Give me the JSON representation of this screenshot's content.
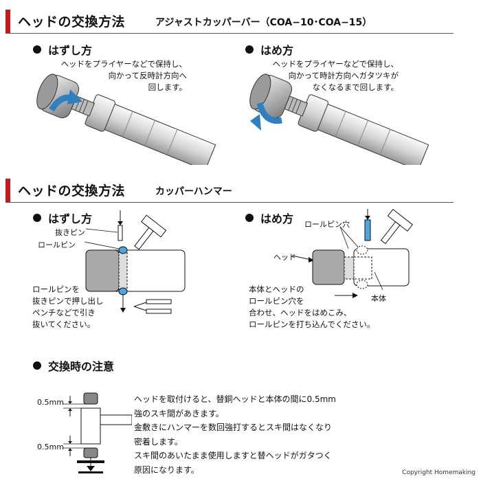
{
  "section1": {
    "title": "ヘッドの交換方法",
    "subtitle": "アジャストカッパーバー（COA−10･COA−15）"
  },
  "section1_remove": {
    "heading": "はずし方",
    "lines": [
      "ヘッドをプライヤーなどで保持し、",
      "向かって反時計方向へ",
      "回します。"
    ]
  },
  "section1_attach": {
    "heading": "はめ方",
    "lines": [
      "ヘッドをプライヤーなどで保持し、",
      "向かって時計方向へガタツキが",
      "なくなるまで回します。"
    ]
  },
  "section2": {
    "title": "ヘッドの交換方法",
    "subtitle": "カッパーハンマー"
  },
  "section2_remove": {
    "heading": "はずし方",
    "labels": {
      "pull_pin": "抜きピン",
      "roll_pin": "ロールピン"
    },
    "lines": [
      "ロールピンを",
      "抜きピンで押し出し",
      "ペンチなどで引き",
      "抜いてください。"
    ]
  },
  "section2_attach": {
    "heading": "はめ方",
    "labels": {
      "roll_pin_hole": "ロールピン穴",
      "head": "ヘッド",
      "body": "本体"
    },
    "lines": [
      "本体とヘッドの",
      "ロールピン穴を",
      "合わせ、ヘッドをはめこみ、",
      "ロールピンを打ち込んでください。"
    ]
  },
  "caution": {
    "heading": "交換時の注意",
    "gap_top": "0.5mm",
    "gap_bottom": "0.5mm",
    "lines": [
      "ヘッドを取付けると、替銅ヘッドと本体の間に0.5mm",
      "強のスキ間があきます。",
      "金敷きにハンマーを数回強打するとスキ間はなくなり",
      "密着します。",
      "スキ間のあいたまま使用しますと替ヘッドがガタつく",
      "原因になります。"
    ]
  },
  "copyright": "Copyright Homemaking",
  "colors": {
    "accent_red": "#c8191e",
    "arrow_blue": "#2f7fc1",
    "pin_blue": "#4da6e0"
  }
}
